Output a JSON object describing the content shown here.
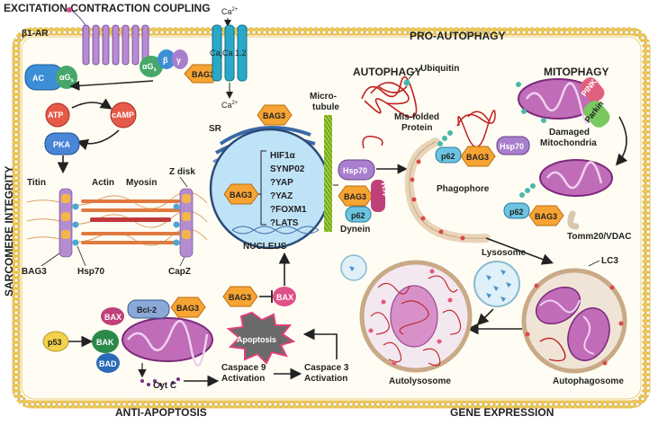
{
  "sections": {
    "top_left": "EXCITATION CONTRACTION COUPLING",
    "top_right": "PRO-AUTOPHAGY",
    "left_side": "SARCOMERE INTEGRITY",
    "bottom_left": "ANTI-APOPTOSIS",
    "bottom_right": "GENE EXPRESSION"
  },
  "receptor": {
    "b1ar": "β1-AR",
    "ac": "AC",
    "ag_small": "αG",
    "gs": "αG",
    "beta": "β",
    "gamma": "γ",
    "channel": "Ca 1.2",
    "ca_top": "Ca",
    "ca_bottom": "Ca",
    "sup": "2+",
    "sub_v": "v",
    "sub_s": "s"
  },
  "bag3": "BAG3",
  "signaling": {
    "atp": "ATP",
    "camp": "cAMP",
    "pka": "PKA"
  },
  "sarcomere": {
    "titin": "Titin",
    "actin": "Actin",
    "myosin": "Myosin",
    "zdisk": "Z disk",
    "bag3": "BAG3",
    "hsp70": "Hsp70",
    "capz": "CapZ"
  },
  "nucleus": {
    "sr": "SR",
    "label": "NUCLEUS",
    "genes": [
      "HIF1α",
      "SYNP02",
      "?YAP",
      "?YAZ",
      "?FOXM1",
      "?LATS"
    ]
  },
  "microtubule": {
    "line1": "Micro-",
    "line2": "tubule"
  },
  "autophagy": {
    "title": "AUTOPHAGY",
    "ubiquitin": "Ubiquitin",
    "misfolded1": "Mis-folded",
    "misfolded2": "Protein",
    "hsp70": "Hsp70",
    "hspb8": "HspB8",
    "p62": "p62",
    "dynein": "Dynein",
    "phagophore": "Phagophore",
    "lysosome": "Lysosome",
    "lc3": "LC3",
    "autolysosome": "Autolysosome",
    "autophagosome": "Autophagosome"
  },
  "mitophagy": {
    "title": "MITOPHAGY",
    "pink": "PINK",
    "parkin": "Parkin",
    "damaged1": "Damaged",
    "damaged2": "Mitochondria",
    "p62": "p62",
    "tomm": "Tomm20/VDAC"
  },
  "apoptosis": {
    "bax": "BAX",
    "bcl2": "Bcl-2",
    "bak": "BAK",
    "bad": "BAD",
    "p53": "p53",
    "cytc": "Cyt C",
    "burst": "Apoptosis",
    "casp9_1": "Caspace 9",
    "casp9_2": "Activation",
    "casp3_1": "Caspace 3",
    "casp3_2": "Activation"
  }
}
